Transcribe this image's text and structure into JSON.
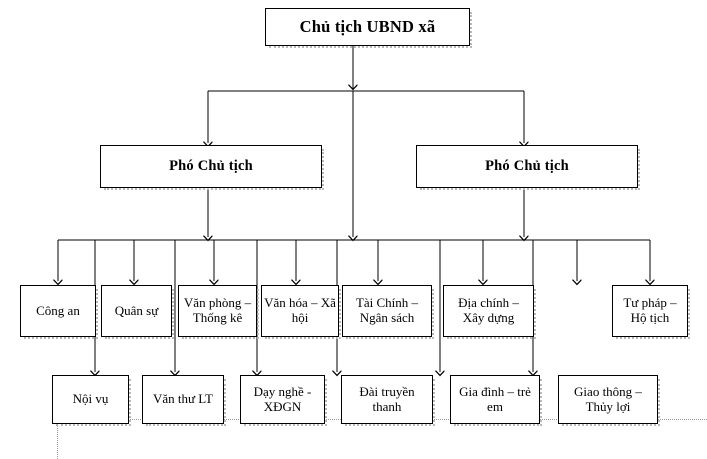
{
  "diagram": {
    "type": "organization-chart",
    "title_box": {
      "label": "Chủ tịch UBND xã"
    },
    "deputies": [
      {
        "label": "Phó Chủ tịch"
      },
      {
        "label": "Phó Chủ tịch"
      }
    ],
    "departments_row1": [
      {
        "label": "Công an"
      },
      {
        "label": "Quân sự"
      },
      {
        "label": "Văn phòng – Thống kê"
      },
      {
        "label": "Văn hóa – Xã hội"
      },
      {
        "label": "Tài Chính – Ngân sách"
      },
      {
        "label": "Địa chính – Xây dựng"
      },
      {
        "label": "Tư pháp – Hộ tịch"
      }
    ],
    "departments_row2": [
      {
        "label": "Nội vụ"
      },
      {
        "label": "Văn thư LT"
      },
      {
        "label": "Dạy nghề - XĐGN"
      },
      {
        "label": "Đài truyền thanh"
      },
      {
        "label": "Gia đình – trẻ em"
      },
      {
        "label": "Giao thông – Thủy lợi"
      }
    ],
    "colors": {
      "line": "#000000",
      "box_border": "#000000",
      "box_fill": "#ffffff",
      "shadow": "#b8b8b8",
      "text": "#000000"
    }
  }
}
